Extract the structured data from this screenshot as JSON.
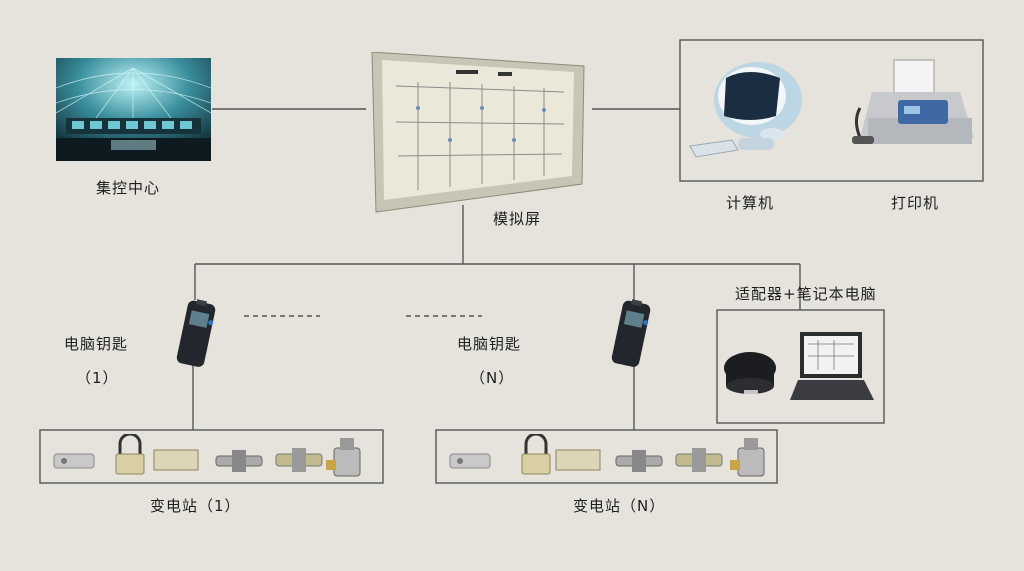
{
  "nodes": {
    "control_center": "集控中心",
    "mimic_panel": "模拟屏",
    "computer": "计算机",
    "printer": "打印机",
    "adapter_laptop": "适配器+笔记本电脑",
    "key_1": "电脑钥匙",
    "key_1_index": "（1）",
    "key_n": "电脑钥匙",
    "key_n_index": "（N）",
    "substation_1": "变电站（1）",
    "substation_n": "变电站（N）"
  }
}
